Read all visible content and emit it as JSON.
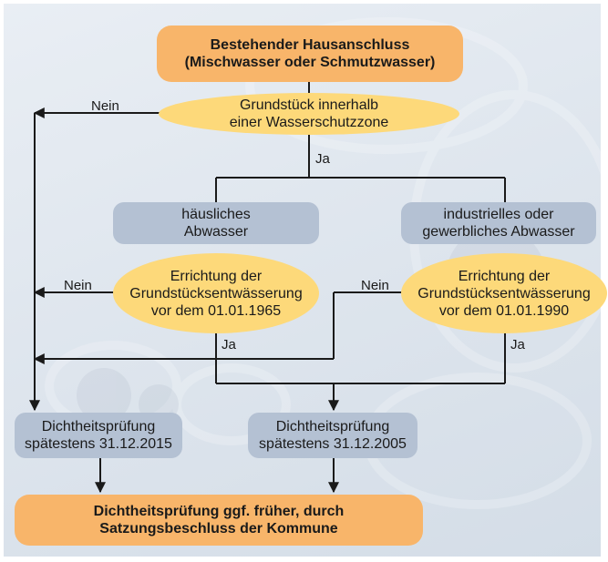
{
  "nodes": {
    "top": {
      "line1": "Bestehender Hausanschluss",
      "line2": "(Mischwasser oder Schmutzwasser)"
    },
    "zone": {
      "line1": "Grundstück innerhalb",
      "line2": "einer Wasserschutzzone"
    },
    "domestic": {
      "line1": "häusliches",
      "line2": "Abwasser"
    },
    "industrial": {
      "line1": "industrielles oder",
      "line2": "gewerbliches Abwasser"
    },
    "built_1965": {
      "line1": "Errichtung der",
      "line2": "Grundstücksentwässerung",
      "line3": "vor dem 01.01.1965"
    },
    "built_1990": {
      "line1": "Errichtung der",
      "line2": "Grundstücksentwässerung",
      "line3": "vor dem 01.01.1990"
    },
    "test_2015": {
      "line1": "Dichtheitsprüfung",
      "line2": "spätestens 31.12.2015"
    },
    "test_2005": {
      "line1": "Dichtheitsprüfung",
      "line2": "spätestens 31.12.2005"
    },
    "bottom": {
      "line1": "Dichtheitsprüfung ggf. früher, durch",
      "line2": "Satzungsbeschluss der Kommune"
    }
  },
  "edge_labels": {
    "no_top": "Nein",
    "yes_zone": "Ja",
    "no_1965": "Nein",
    "yes_1965": "Ja",
    "no_1990": "Nein",
    "yes_1990": "Ja"
  },
  "colors": {
    "orange": "#f8b56a",
    "yellow": "#fdd97a",
    "grey_blue": "#b4c1d3",
    "arrow": "#1a1a1a",
    "panel": "#dfe6ee"
  }
}
